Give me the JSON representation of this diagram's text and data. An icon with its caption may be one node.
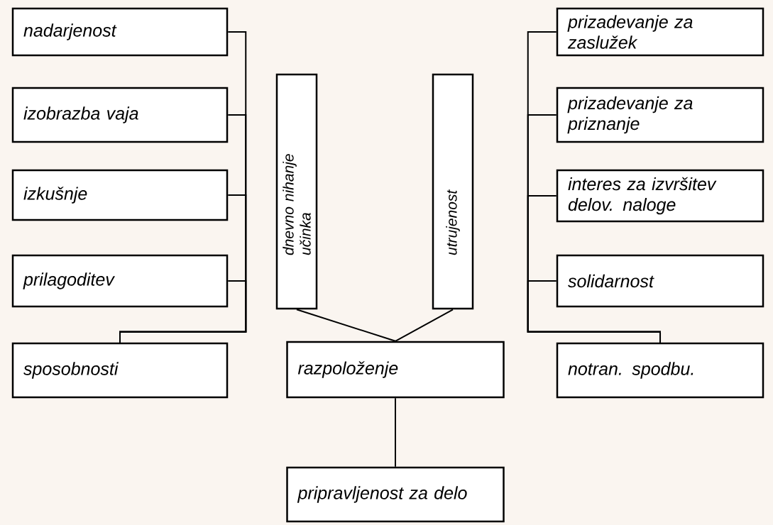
{
  "diagram": {
    "nodes": [
      {
        "text": [
          "nadarjenost"
        ]
      },
      {
        "text": [
          "izobrazba vaja"
        ]
      },
      {
        "text": [
          "izkušnje"
        ]
      },
      {
        "text": [
          "prilagoditev"
        ]
      },
      {
        "text": [
          "sposobnosti"
        ]
      },
      {
        "text": [
          "dnevno nihanje učinka"
        ]
      },
      {
        "text": [
          "utrujenost"
        ]
      },
      {
        "text": [
          "razpoloženje"
        ]
      },
      {
        "text": [
          "pripravljenost za delo"
        ]
      },
      {
        "text": [
          "prizadevanje za zaslužek"
        ]
      },
      {
        "text": [
          "prizadevanje za priznanje"
        ]
      },
      {
        "text": [
          "interes za izvršitev delov. naloge"
        ]
      },
      {
        "text": [
          "solidarnost"
        ]
      },
      {
        "text": [
          "notran. spodbu."
        ]
      }
    ],
    "edges": [
      {
        "from": 0,
        "to": 4,
        "arrow": "none"
      },
      {
        "from": 1,
        "to": 4,
        "arrow": "none"
      },
      {
        "from": 2,
        "to": 4,
        "arrow": "none"
      },
      {
        "from": 3,
        "to": 4,
        "arrow": "none"
      },
      {
        "from": 5,
        "to": 7,
        "arrow": "none"
      },
      {
        "from": 6,
        "to": 7,
        "arrow": "none"
      },
      {
        "from": 7,
        "to": 8,
        "arrow": "none"
      },
      {
        "from": 9,
        "to": 13,
        "arrow": "none"
      },
      {
        "from": 10,
        "to": 13,
        "arrow": "none"
      },
      {
        "from": 11,
        "to": 13,
        "arrow": "none"
      },
      {
        "from": 12,
        "to": 13,
        "arrow": "none"
      }
    ]
  }
}
